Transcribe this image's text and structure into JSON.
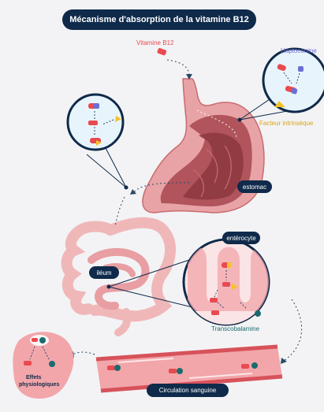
{
  "title": "Mécanisme d'absorption de la vitamine B12",
  "labels": {
    "vitamin_b12": "Vitamine B12",
    "haptocorrine": "Haptocorrine",
    "intrinsic_factor": "Facteur intrinsèque",
    "stomach": "estomac",
    "enterocyte": "entérocyte",
    "ileum": "iléum",
    "transcobalamin": "Transcobalamine",
    "circulation": "Circulation sanguine",
    "effects_line1": "Effets",
    "effects_line2": "physiologiques"
  },
  "colors": {
    "navy": "#0f2a4a",
    "stomach": "#e8a3a6",
    "stomach_dark": "#a7474d",
    "intestine": "#f0b7b9",
    "vessel": "#d7525a",
    "b12_red": "#e84a4f",
    "haptocorrin_blue": "#6a6fd6",
    "intrinsic_factor_yellow": "#f5c22a",
    "transcobalamin_green": "#1c6b6f",
    "cell_bg": "#e8f4fb",
    "bg_grey": "#f3f3f5"
  }
}
